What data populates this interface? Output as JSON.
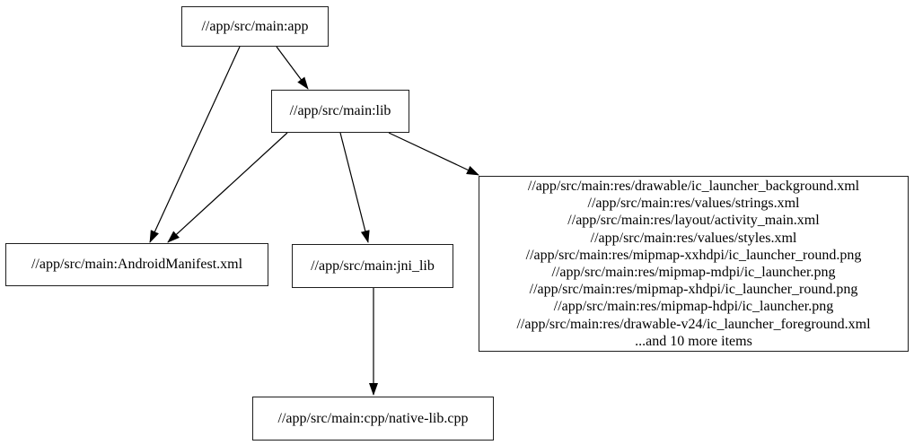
{
  "graph": {
    "background": "#ffffff",
    "node_border_color": "#1e1e1e",
    "edge_color": "#000000",
    "text_color": "#000000",
    "nodes": {
      "app": {
        "label": "//app/src/main:app"
      },
      "lib": {
        "label": "//app/src/main:lib"
      },
      "manifest": {
        "label": "//app/src/main:AndroidManifest.xml"
      },
      "jni_lib": {
        "label": "//app/src/main:jni_lib"
      },
      "native_lib": {
        "label": "//app/src/main:cpp/native-lib.cpp"
      },
      "resources": {
        "lines": [
          "//app/src/main:res/drawable/ic_launcher_background.xml",
          "//app/src/main:res/values/strings.xml",
          "//app/src/main:res/layout/activity_main.xml",
          "//app/src/main:res/values/styles.xml",
          "//app/src/main:res/mipmap-xxhdpi/ic_launcher_round.png",
          "//app/src/main:res/mipmap-mdpi/ic_launcher.png",
          "//app/src/main:res/mipmap-xhdpi/ic_launcher_round.png",
          "//app/src/main:res/mipmap-hdpi/ic_launcher.png",
          "//app/src/main:res/drawable-v24/ic_launcher_foreground.xml",
          "...and 10 more items"
        ]
      }
    },
    "edges": [
      {
        "from": "app",
        "to": "lib"
      },
      {
        "from": "app",
        "to": "manifest"
      },
      {
        "from": "lib",
        "to": "manifest"
      },
      {
        "from": "lib",
        "to": "jni_lib"
      },
      {
        "from": "lib",
        "to": "resources"
      },
      {
        "from": "jni_lib",
        "to": "native_lib"
      }
    ]
  }
}
